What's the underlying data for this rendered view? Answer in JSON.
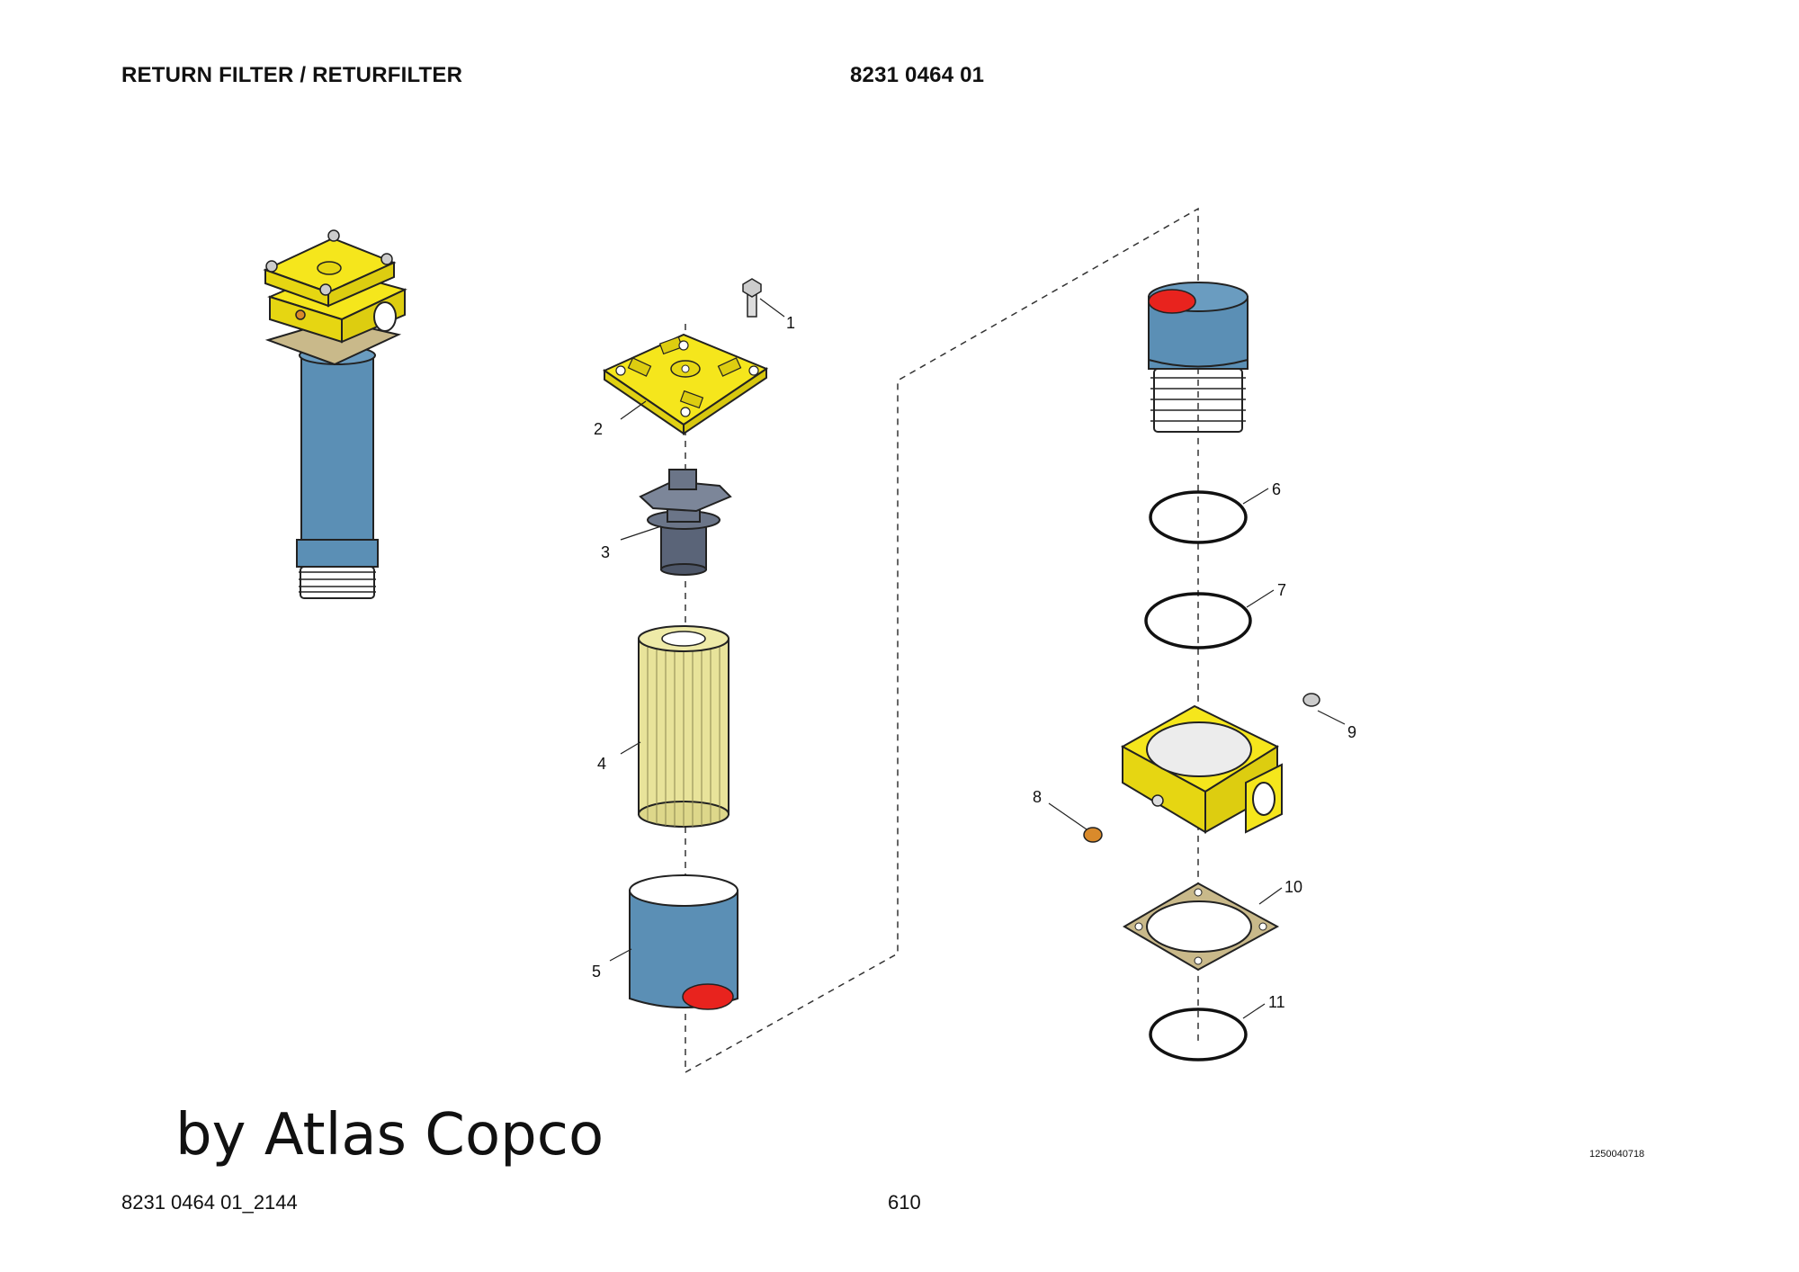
{
  "header": {
    "title": "RETURN FILTER / RETURFILTER",
    "part_number": "8231 0464 01"
  },
  "diagram": {
    "callouts": [
      "1",
      "2",
      "3",
      "4",
      "5",
      "6",
      "7",
      "8",
      "9",
      "10",
      "11"
    ]
  },
  "watermark": "by Atlas Copco",
  "image_ref": "1250040718",
  "footer": {
    "document_ref": "8231 0464 01_2144",
    "page_number": "610"
  },
  "colors": {
    "housing_yellow": "#f5e61c",
    "bowl_blue": "#5b8fb5",
    "element_cream": "#e8e39a",
    "insert_grey": "#5a6478",
    "seal_red": "#e8231e",
    "gasket_tan": "#c9b98a",
    "plug_orange": "#d98a2b"
  }
}
